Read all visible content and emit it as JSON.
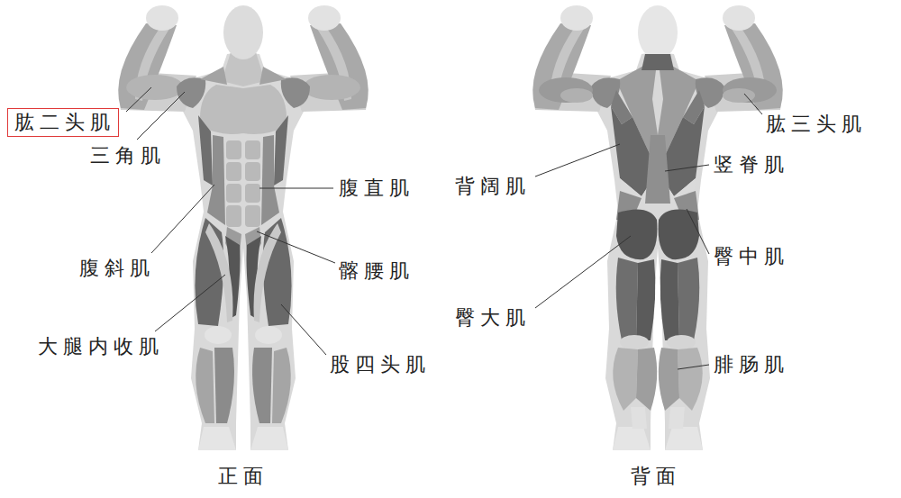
{
  "diagram": {
    "nodes": [
      {
        "text": [
          "肱二头肌"
        ]
      }
    ],
    "labels": [
      "三角肌",
      "腹直肌",
      "腹斜肌",
      "髂腰肌",
      "大腿内收肌",
      "股四头肌",
      "正面",
      "肱三头肌",
      "竖脊肌",
      "背阔肌",
      "臀中肌",
      "臀大肌",
      "腓肠肌",
      "背面"
    ]
  }
}
